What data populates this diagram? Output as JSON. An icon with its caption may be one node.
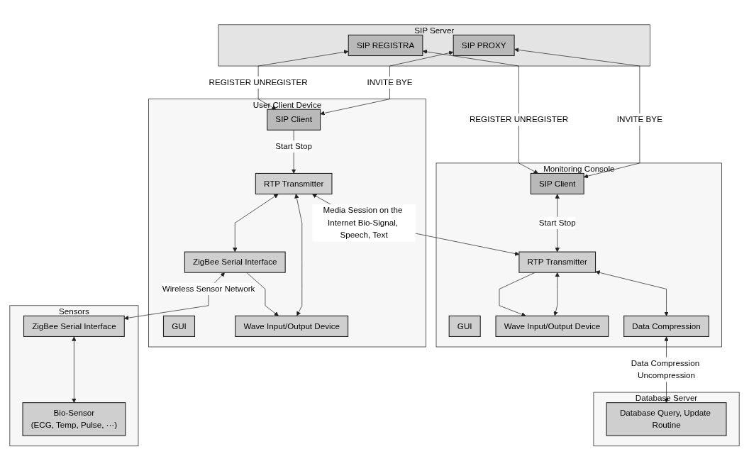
{
  "diagram": {
    "nodes": [
      {
        "text": [
          "User Client Device"
        ]
      },
      {
        "text": [
          "GUI"
        ],
        "in": 0
      },
      {
        "text": [
          "SIP Client"
        ],
        "in": 0
      },
      {
        "text": [
          "Wave Input/Output Device"
        ],
        "in": 0
      },
      {
        "text": [
          "RTP Transmitter"
        ],
        "in": 0
      },
      {
        "text": [
          "ZigBee Serial Interface"
        ],
        "in": 0
      },
      {
        "text": [
          "SIP Server"
        ]
      },
      {
        "text": [
          "SIP REGISTRA"
        ],
        "in": 6
      },
      {
        "text": [
          "SIP PROXY"
        ],
        "in": 6
      },
      {
        "text": [
          "Monitoring Console"
        ]
      },
      {
        "text": [
          "GUI"
        ],
        "in": 9
      },
      {
        "text": [
          "SIP Client"
        ],
        "in": 9
      },
      {
        "text": [
          "Wave Input/Output Device"
        ],
        "in": 9
      },
      {
        "text": [
          "RTP Transmitter"
        ],
        "in": 9
      },
      {
        "text": [
          "Data Compression"
        ],
        "in": 9
      },
      {
        "text": [
          "Sensors"
        ]
      },
      {
        "text": [
          "ZigBee Serial Interface"
        ],
        "in": 15
      },
      {
        "text": [
          "Bio-Sensor",
          "(ECG, Temp, Pulse, ···)"
        ],
        "in": 15
      },
      {
        "text": [
          "Database Server"
        ]
      },
      {
        "text": [
          "Database Query, Update Routine"
        ],
        "in": 18
      }
    ],
    "edges": [
      {
        "from": 7,
        "to": 2,
        "arrow": "both",
        "label": "REGISTER UNREGISTER"
      },
      {
        "from": 8,
        "to": 2,
        "arrow": "both",
        "label": "INVITE BYE"
      },
      {
        "from": 7,
        "to": 11,
        "arrow": "both",
        "label": "REGISTER UNREGISTER"
      },
      {
        "from": 8,
        "to": 11,
        "arrow": "both",
        "label": "INVITE BYE"
      },
      {
        "from": 2,
        "to": 4,
        "arrow": "to",
        "label": "Start Stop"
      },
      {
        "from": 5,
        "to": 3,
        "arrow": "to"
      },
      {
        "from": 3,
        "to": 4,
        "arrow": "both"
      },
      {
        "from": 4,
        "to": 5,
        "arrow": "both"
      },
      {
        "from": 11,
        "to": 13,
        "arrow": "both",
        "label": "Start Stop"
      },
      {
        "from": 13,
        "to": 12,
        "arrow": "to"
      },
      {
        "from": 12,
        "to": 13,
        "arrow": "both"
      },
      {
        "from": 13,
        "to": 14,
        "arrow": "both"
      },
      {
        "from": 4,
        "to": 13,
        "arrow": "both",
        "label": "Media Session on the Internet Bio-Signal, Speech, Text"
      },
      {
        "from": 5,
        "to": 16,
        "arrow": "both",
        "label": "Wireless Sensor Network"
      },
      {
        "from": 16,
        "to": 17,
        "arrow": "both"
      },
      {
        "from": 14,
        "to": 19,
        "arrow": "both",
        "label": "Data Compression Uncompression"
      }
    ]
  }
}
